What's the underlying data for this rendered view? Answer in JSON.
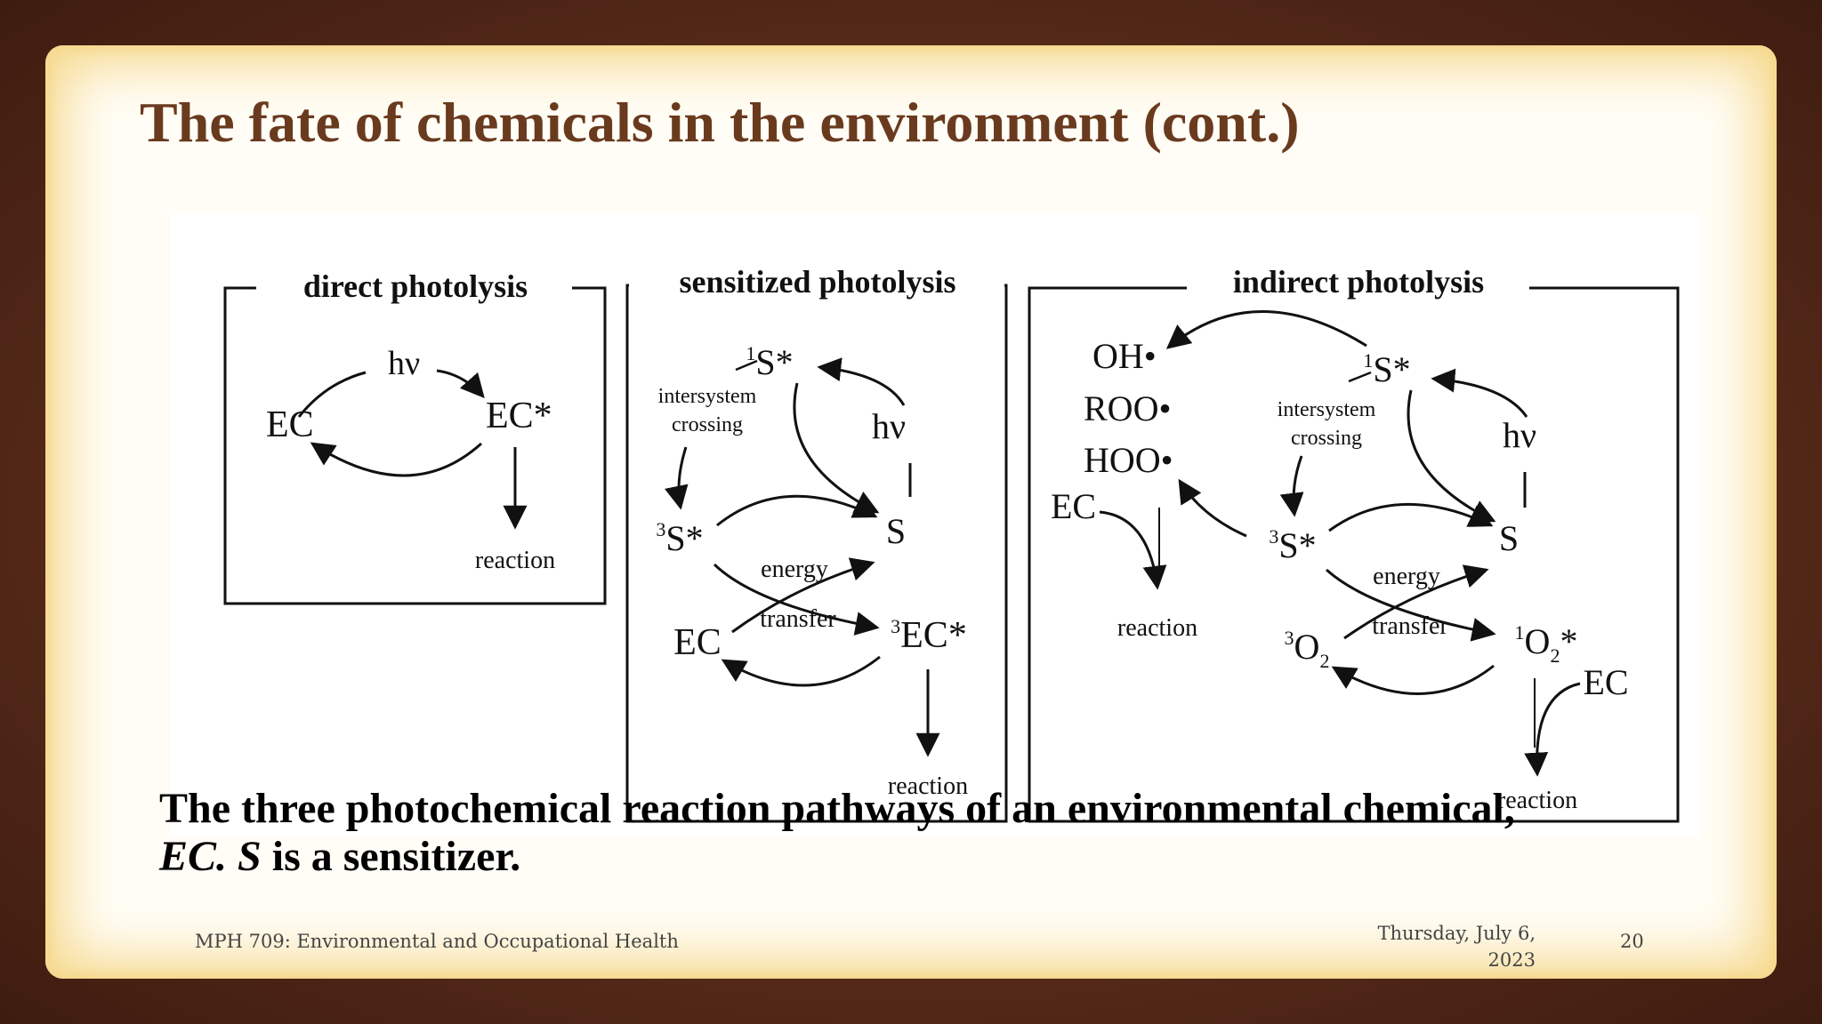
{
  "slide": {
    "title": "The fate of chemicals in the environment (cont.)",
    "caption": {
      "line1": "The three photochemical reaction pathways of an environmental chemical,",
      "line2_italic_a": "EC.",
      "line2_italic_b": "S",
      "line2_rest": " is a sensitizer."
    },
    "footer": {
      "course": "MPH 709: Environmental and Occupational Health",
      "date_line1": "Thursday, July 6,",
      "date_line2": "2023",
      "page": "20"
    }
  },
  "diagram": {
    "direct": {
      "header": "direct photolysis",
      "ec": "EC",
      "ec_star": "EC*",
      "hv": "hν",
      "reaction": "reaction"
    },
    "sensitized": {
      "header": "sensitized photolysis",
      "singlet_s": "1S*",
      "intersystem": "intersystem",
      "crossing": "crossing",
      "hv": "hν",
      "triplet_s": "3S*",
      "s": "S",
      "energy": "energy",
      "transfer": "transfer",
      "ec": "EC",
      "triplet_ec": "3EC*",
      "reaction": "reaction"
    },
    "indirect": {
      "header": "indirect photolysis",
      "oh": "OH•",
      "roo": "ROO•",
      "hoo": "HOO•",
      "ec_left": "EC",
      "reaction_left": "reaction",
      "singlet_s": "1S*",
      "intersystem": "intersystem",
      "crossing": "crossing",
      "hv": "hν",
      "triplet_s": "3S*",
      "s": "S",
      "energy": "energy",
      "transfer": "transfer",
      "o2_triplet": "3O2",
      "o2_singlet": "1O2*",
      "ec_right": "EC",
      "reaction_right": "reaction"
    }
  }
}
